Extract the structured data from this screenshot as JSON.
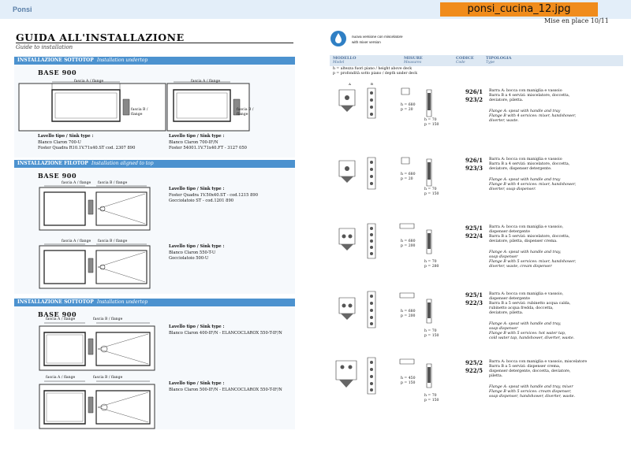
{
  "header": {
    "brand": "Ponsi",
    "file_label": "ponsi_cucina_12.jpg",
    "page_ref": "Mise en place 10/11"
  },
  "title": {
    "main": "GUIDA ALL'INSTALLAZIONE",
    "subtitle": "Guide to installation"
  },
  "legend": {
    "line1": "nuova versione con miscelatore",
    "line2": "with mixer version"
  },
  "columns": {
    "model": "MODELLO",
    "model_en": "Model",
    "measures": "MISURE",
    "measures_en": "Measures",
    "code": "CODICE",
    "code_en": "Code",
    "type": "TIPOLOGIA",
    "type_en": "Type",
    "note_h": "h = altezza fuori piano / height above deck",
    "note_p": "p = profondità sotto piano / depth under deck"
  },
  "sections": [
    {
      "bar_it": "INSTALLAZIONE SOTTOTOP",
      "bar_en": "Installation undertop",
      "base": "BASE 900",
      "dim_a": "fascia A / flange",
      "dim_b": "fascia B / flange",
      "sink_label": "Lavello tipo / Sink type :",
      "left_lines": [
        "Blanco Claron 700-U",
        "Foster Quadra R10.1V.71x40.ST cod. 2307 890"
      ],
      "right_lines": [
        "Blanco Claron 700-IF/N",
        "Foster 54001.1V.71x40.FT - 3127 050"
      ]
    },
    {
      "bar_it": "INSTALLAZIONE FILOTOP",
      "bar_en": "Installation aligned to top",
      "base": "BASE 900",
      "dim_a": "fascia A / flange",
      "dim_b": "fascia B / flange",
      "sink_label": "Lavello tipo / Sink type :",
      "lines_1": [
        "Foster Quadra 1V.50x40.ST - cod.1215 890",
        "Gocciolatoio ST - cod.1201 890"
      ],
      "lines_2": [
        "Blanco Claron 550-T-U",
        "Gocciolatoio 500-U"
      ]
    },
    {
      "bar_it": "INSTALLAZIONE SOTTOTOP",
      "bar_en": "Installation undertop",
      "base": "BASE 900",
      "dim_a": "fascia A / flange",
      "dim_b": "fascia B / flange",
      "sink_label": "Lavello tipo / Sink type :",
      "lines_1": [
        "Blanco Claron 400-IF/N - ELANCOCLAROX 550-T-IF/N"
      ],
      "lines_2": [
        "Blanco Claron 500-IF/N - ELANCOCLAROX 550-T-IF/N"
      ]
    }
  ],
  "products": [
    {
      "codes": [
        "926/1",
        "923/2"
      ],
      "dims": [
        "h = 680",
        "p = 20",
        "h = 70",
        "p = 150"
      ],
      "it": [
        "Barra A: bocca con maniglia e vassoio",
        "Barra B a 4 servizi: miscelatore, doccetta,",
        "deviatore, piletta."
      ],
      "en": [
        "Flange A: spout with handle and tray",
        "Flange B with 4 services: mixer, handshower,",
        "diverter, waste."
      ]
    },
    {
      "codes": [
        "926/1",
        "923/3"
      ],
      "dims": [
        "h = 680",
        "p = 20",
        "h = 70",
        "p = 150"
      ],
      "it": [
        "Barra A: bocca con maniglia e vassoio",
        "Barra B a 4 servizi: miscelatore, doccetta,",
        "deviatore, dispenser detergente."
      ],
      "en": [
        "Flange A: spout with handle and tray",
        "Flange B with 4 services: mixer, handshower,",
        "diverter, soap dispenser."
      ]
    },
    {
      "codes": [
        "925/1",
        "922/4"
      ],
      "dims": [
        "h = 680",
        "p = 200",
        "h = 70",
        "p = 280"
      ],
      "it": [
        "Barra A: bocca con maniglia e vassoio,",
        "dispenser detergente",
        "Barra B a 5 servizi: miscelatore, doccetta,",
        "deviatore, piletta, dispenser crema."
      ],
      "en": [
        "Flange A: spout with handle and tray,",
        "soap dispenser",
        "Flange B with 5 services: mixer, handshower,",
        "diverter, waste, cream dispenser"
      ]
    },
    {
      "codes": [
        "925/1",
        "922/3"
      ],
      "dims": [
        "h = 680",
        "p = 200",
        "h = 70",
        "p = 150"
      ],
      "it": [
        "Barra A: bocca con maniglia e vassoio,",
        "dispenser detergente",
        "Barra B a 5 servizi: rubinetto acqua calda,",
        "rubinetto acqua fredda, doccetta,",
        "deviatore, piletta."
      ],
      "en": [
        "Flange A: spout with handle and tray,",
        "soap dispenser",
        "Flange B with 5 services: hot water tap,",
        "cold water tap, handshower, diverter, waste."
      ]
    },
    {
      "codes": [
        "925/2",
        "922/5"
      ],
      "dims": [
        "h = 450",
        "p = 150",
        "h = 70",
        "p = 150"
      ],
      "it": [
        "Barra A: bocca con maniglia e vassoio, miscelatore",
        "Barra B a 5 servizi: dispenser crema,",
        "dispenser detergente, doccetta, deviatore,",
        "piletta."
      ],
      "en": [
        "Flange A: spout with handle and tray, mixer",
        "Flange B with 5 services: cream dispenser,",
        "soap dispenser, handshower, diverter, waste."
      ]
    }
  ]
}
